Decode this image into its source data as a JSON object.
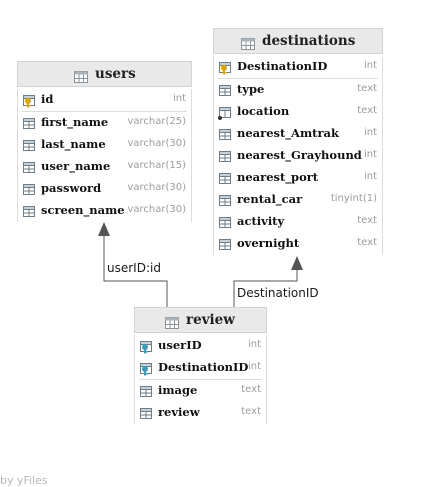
{
  "tables": [
    {
      "name": "users",
      "columns": [
        {
          "name": "id",
          "type": "int",
          "key": "primary"
        },
        {
          "name": "first_name",
          "type": "varchar(25)",
          "key": "none"
        },
        {
          "name": "last_name",
          "type": "varchar(30)",
          "key": "none"
        },
        {
          "name": "user_name",
          "type": "varchar(15)",
          "key": "none"
        },
        {
          "name": "password",
          "type": "varchar(30)",
          "key": "none"
        },
        {
          "name": "screen_name",
          "type": "varchar(30)",
          "key": "none"
        }
      ]
    },
    {
      "name": "destinations",
      "columns": [
        {
          "name": "DestinationID",
          "type": "int",
          "key": "primary"
        },
        {
          "name": "type",
          "type": "text",
          "key": "none"
        },
        {
          "name": "location",
          "type": "text",
          "key": "index"
        },
        {
          "name": "nearest_Amtrak",
          "type": "int",
          "key": "none"
        },
        {
          "name": "nearest_Grayhound",
          "type": "int",
          "key": "none"
        },
        {
          "name": "nearest_port",
          "type": "int",
          "key": "none"
        },
        {
          "name": "rental_car",
          "type": "tinyint(1)",
          "key": "none"
        },
        {
          "name": "activity",
          "type": "text",
          "key": "none"
        },
        {
          "name": "overnight",
          "type": "text",
          "key": "none"
        }
      ]
    },
    {
      "name": "review",
      "columns": [
        {
          "name": "userID",
          "type": "int",
          "key": "foreign"
        },
        {
          "name": "DestinationID",
          "type": "int",
          "key": "foreign"
        },
        {
          "name": "image",
          "type": "text",
          "key": "none"
        },
        {
          "name": "review",
          "type": "text",
          "key": "none"
        }
      ]
    }
  ],
  "relations": [
    {
      "label": "userID:id",
      "from": "review",
      "to": "users"
    },
    {
      "label": "DestinationID",
      "from": "review",
      "to": "destinations"
    }
  ],
  "watermark": "by yFiles",
  "colors": {
    "header_bg": "#e9e9e9",
    "key_gold": "#d9a800",
    "fk_teal": "#3a9bbf",
    "type_gray": "#9c9c9c",
    "edge": "#555555"
  }
}
